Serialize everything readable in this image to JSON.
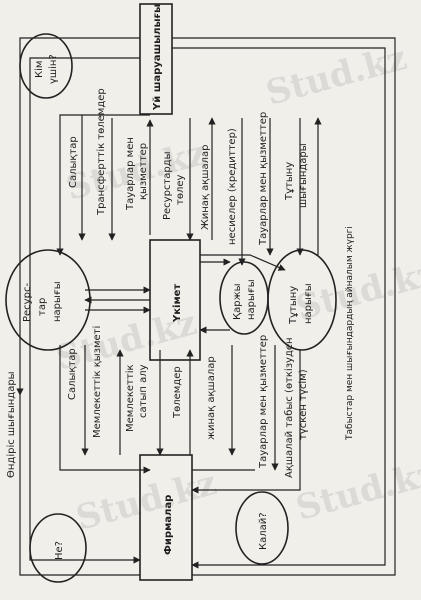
{
  "diagram": {
    "nodes": {
      "households": "Үй шаруашылығы",
      "government": "Үкімет",
      "firms": "Фирмалар",
      "resource_market_top": "Ресурс-",
      "resource_market_mid": "тар",
      "resource_market_bot": "нарығы",
      "money_market_top": "Қаржы",
      "money_market_bot": "нарығы",
      "product_market_top": "Тұтыну",
      "product_market_bot": "нарығы",
      "kim_top": "Кім",
      "kim_bot": "үшін?",
      "ne": "Не?",
      "kalai": "Калай?"
    },
    "flows": {
      "taxes_top": "Салықтар",
      "transfer_payments": "Трансферттік төлемдер",
      "goods_services_1": "Тауарлар мен",
      "goods_services_2": "қызметтер",
      "resource_pay_1": "Ресурстарды",
      "resource_pay_2": "төлеу",
      "savings_top": "Жинақ ақшалар",
      "loans": "несиелер (кредиттер)",
      "hh_goods_services": "Тауарлар мен қызметтер",
      "consumer_1": "Тұтыну",
      "consumer_2": "шығындары",
      "production_costs": "Өндіріс шығындары",
      "taxes_bottom": "Салықтар",
      "gov_services": "Мемлекеттік қызметі",
      "gov_purchase_1": "Мемлекеттік",
      "gov_purchase_2": "сатып алу",
      "payments": "Төлемдер",
      "savings_bottom": "жинақ ақшалар",
      "firm_goods_services": "Тауарлар мен қызметтер",
      "revenue_1": "Ақшалай табыс (өткізуден",
      "revenue_2": "түскен түсім)"
    },
    "caption": "Табыстар мен шығындардың айналым жүргі"
  },
  "watermark": "Stud.kz"
}
